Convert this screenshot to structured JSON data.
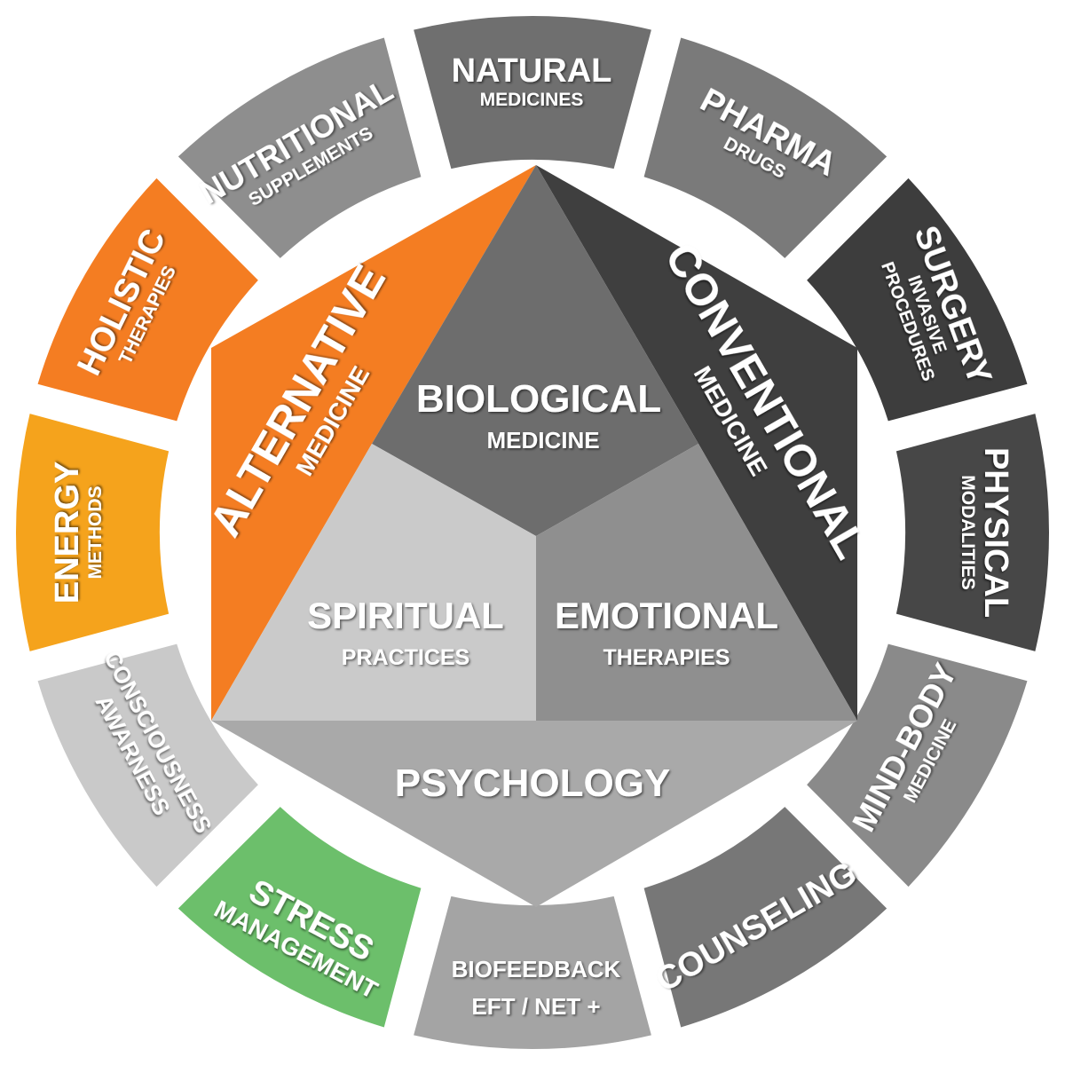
{
  "colors": {
    "orange": "#f47d22",
    "amber": "#f5a31c",
    "green": "#6cbf6b",
    "dark": "#404040",
    "mid_dark": "#6f6f6f",
    "mid": "#8c8c8c",
    "light": "#c8c8c8",
    "lighter": "#d3d3d3"
  },
  "outer_ring": [
    {
      "id": "natural",
      "title": "NATURAL",
      "subtitle": "MEDICINES",
      "color": "#6f6f6f"
    },
    {
      "id": "pharma",
      "title": "PHARMA",
      "subtitle": "DRUGS",
      "color": "#7a7a7a"
    },
    {
      "id": "surgery",
      "title": "SURGERY",
      "subtitle": "INVASIVE",
      "subtitle2": "PROCEDURES",
      "color": "#3d3d3d"
    },
    {
      "id": "physical",
      "title": "PHYSICAL",
      "subtitle": "MODALITIES",
      "color": "#474747"
    },
    {
      "id": "mind-body",
      "title": "MIND-BODY",
      "subtitle": "MEDICINE",
      "color": "#8a8a8a"
    },
    {
      "id": "counseling",
      "title": "COUNSELING",
      "subtitle": "",
      "color": "#777777"
    },
    {
      "id": "biofeedback",
      "title": "BIOFEEDBACK",
      "subtitle": "EFT / NET +",
      "color": "#a4a4a4"
    },
    {
      "id": "stress",
      "title": "STRESS",
      "subtitle": "MANAGEMENT",
      "color": "#6cbf6b"
    },
    {
      "id": "consciousness",
      "title": "CONSCIOUSNESS",
      "subtitle": "AWARNESS",
      "color": "#c9c9c9"
    },
    {
      "id": "energy",
      "title": "ENERGY",
      "subtitle": "METHODS",
      "color": "#f5a31c"
    },
    {
      "id": "holistic",
      "title": "HOLISTIC",
      "subtitle": "THERAPIES",
      "color": "#f47d22"
    },
    {
      "id": "nutritional",
      "title": "NUTRITIONAL",
      "subtitle": "SUPPLEMENTS",
      "color": "#8e8e8e"
    }
  ],
  "inner": {
    "alternative": {
      "title": "ALTERNATIVE",
      "subtitle": "MEDICINE"
    },
    "conventional": {
      "title": "CONVENTIONAL",
      "subtitle": "MEDICINE"
    },
    "biological": {
      "title": "BIOLOGICAL",
      "subtitle": "MEDICINE"
    },
    "spiritual": {
      "title": "SPIRITUAL",
      "subtitle": "PRACTICES"
    },
    "emotional": {
      "title": "EMOTIONAL",
      "subtitle": "THERAPIES"
    },
    "psychology": {
      "title": "PSYCHOLOGY"
    }
  }
}
